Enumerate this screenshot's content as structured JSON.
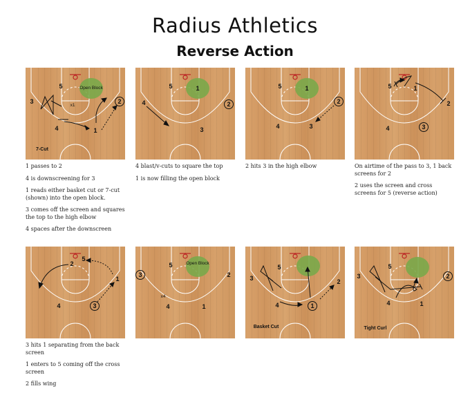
{
  "title": "Radius Athletics",
  "subtitle": "Reverse Action",
  "diagrams": [
    {
      "markers": {
        "p1": "1",
        "p2": "2",
        "p3": "3",
        "p4": "4",
        "p5": "5",
        "x1": "x1"
      },
      "open_block": "Open Block",
      "caption": "7-Cut",
      "notes": [
        "1 passes to 2",
        "4 is downscreening for 3",
        "1 reads either basket cut or 7-cut (shown) into the open block.",
        "3 comes off the screen and squares the top to the high elbow",
        "4 spaces after the downscreen"
      ]
    },
    {
      "markers": {
        "p1": "1",
        "p2": "2",
        "p3": "3",
        "p4": "4",
        "p5": "5"
      },
      "notes": [
        "4 blast/v-cuts to square the top",
        "1 is now filling the open block"
      ]
    },
    {
      "markers": {
        "p1": "1",
        "p2": "2",
        "p3": "3",
        "p4": "4",
        "p5": "5"
      },
      "notes": [
        "2 hits 3 in the high elbow"
      ]
    },
    {
      "markers": {
        "p1": "1",
        "p2": "2",
        "p3": "3",
        "p4": "4",
        "p5": "5"
      },
      "notes": [
        "On airtime of the pass to 3, 1 back screens for 2",
        "2 uses the screen and cross screens for 5 (reverse action)"
      ]
    },
    {
      "markers": {
        "p1": "1",
        "p2": "2",
        "p3": "3",
        "p4": "4",
        "p5": "5"
      },
      "notes": [
        "3 hits 1 separating from the back screen",
        "1 enters to 5 coming off the cross screen",
        "2 fills wing"
      ]
    },
    {
      "markers": {
        "p1": "1",
        "p2": "2",
        "p3": "3",
        "p4": "4",
        "p5": "5",
        "x4": "x4"
      },
      "open_block": "Open Block",
      "notes": []
    },
    {
      "markers": {
        "p1": "1",
        "p2": "2",
        "p3": "3",
        "p4": "4",
        "p5": "5"
      },
      "caption": "Basket Cut",
      "notes": []
    },
    {
      "markers": {
        "p1": "1",
        "p2": "2",
        "p3": "3",
        "p4": "4",
        "p5": "5"
      },
      "caption": "Tight Curl",
      "notes": []
    }
  ]
}
